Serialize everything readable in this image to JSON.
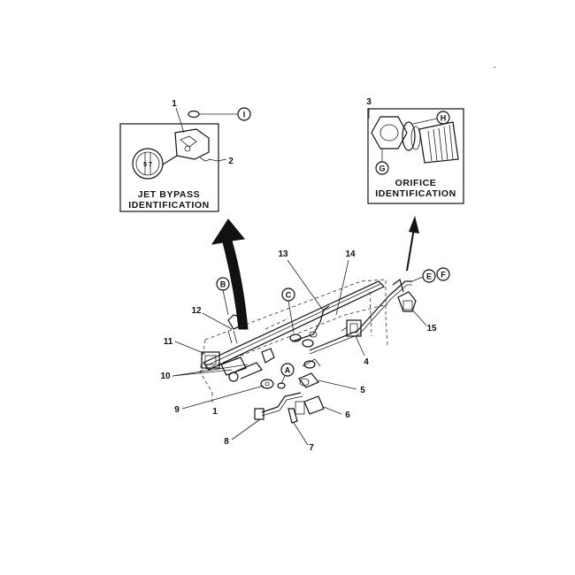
{
  "insets": {
    "jet_bypass": {
      "title_line1": "JET BYPASS",
      "title_line2": "IDENTIFICATION",
      "jet_marking": "5 7",
      "part_labels": [
        "1",
        "2"
      ],
      "callout": "I"
    },
    "orifice": {
      "title_line1": "ORIFICE",
      "title_line2": "IDENTIFICATION",
      "part_label": "3",
      "callouts": [
        "H",
        "G"
      ]
    }
  },
  "callouts": {
    "a": "A",
    "b": "B",
    "c": "C",
    "e": "E",
    "f": "F"
  },
  "part_numbers": {
    "p1": "1",
    "p4": "4",
    "p5": "5",
    "p6": "6",
    "p7": "7",
    "p8": "8",
    "p9": "9",
    "p10": "10",
    "p11": "11",
    "p12": "12",
    "p13": "13",
    "p14": "14",
    "p15": "15"
  }
}
